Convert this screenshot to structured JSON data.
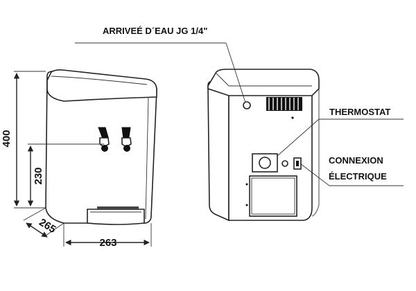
{
  "labels": {
    "water_inlet": "ARRIVEÉ D´EAU JG 1/4\"",
    "thermostat": "THERMOSTAT",
    "connexion_line1": "CONNEXION",
    "connexion_line2": "ÉLECTRIQUE"
  },
  "dimensions": {
    "height_total": "400",
    "height_tap": "230",
    "depth": "265",
    "width": "263"
  }
}
